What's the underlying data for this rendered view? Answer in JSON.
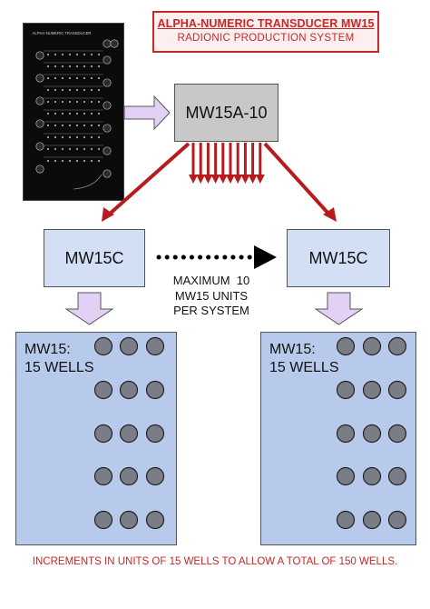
{
  "title": {
    "main": "ALPHA-NUMERIC TRANSDUCER MW15",
    "sub": "RADIONIC PRODUCTION SYSTEM"
  },
  "device_photo": {
    "heading": "ALPHA-NUMERIC TRANSDUCER"
  },
  "main_unit": {
    "label": "MW15A-10"
  },
  "left_unit": {
    "label": "MW15C"
  },
  "right_unit": {
    "label": "MW15C"
  },
  "limit_note": {
    "line1": "MAXIMUM  10",
    "line2": "MW15 UNITS",
    "line3": "PER SYSTEM"
  },
  "left_panel": {
    "line1": "MW15:",
    "line2": "15 WELLS",
    "well_count": 15
  },
  "right_panel": {
    "line1": "MW15:",
    "line2": "15 WELLS",
    "well_count": 15
  },
  "footer": "INCREMENTS IN UNITS OF 15 WELLS TO ALLOW A TOTAL OF 150 WELLS.",
  "colors": {
    "accent_red": "#c62828",
    "unit_blue": "#d2dff5",
    "panel_blue": "#b8caeb",
    "main_gray": "#c8c8c8",
    "well_gray": "#7a7d86",
    "arrow_lavender": "#e3d0f5"
  }
}
